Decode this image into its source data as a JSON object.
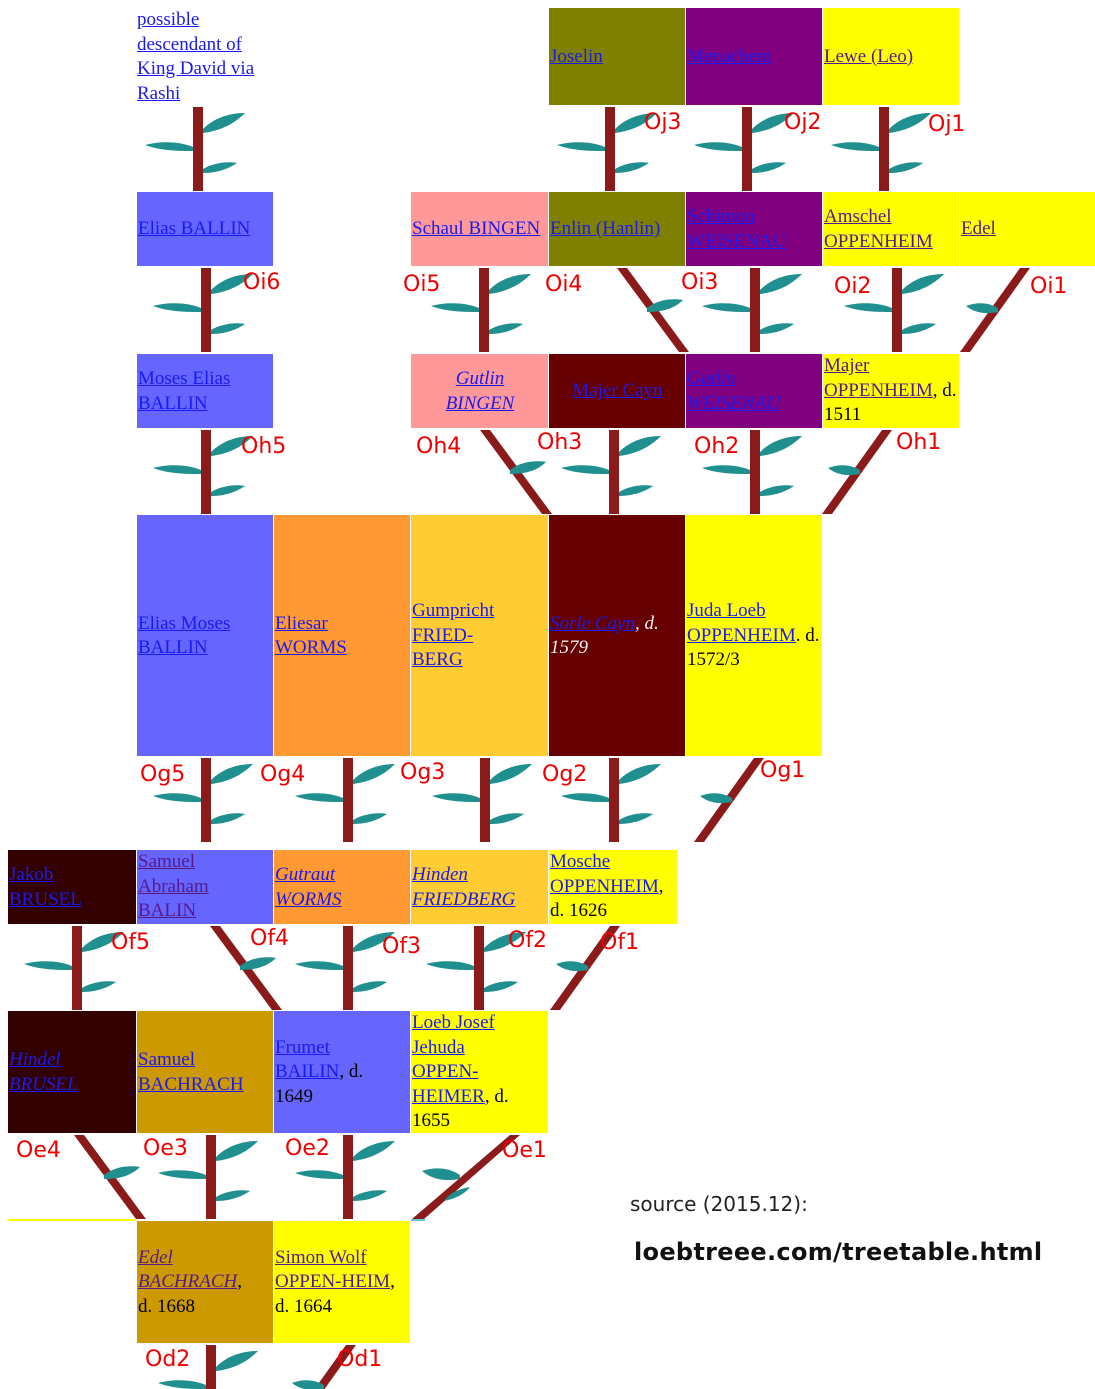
{
  "top_note": "possible descendant of King David via Rashi",
  "colors": {
    "olive": "#808000",
    "purple": "#800080",
    "yellow": "#ffff00",
    "blue": "#6666ff",
    "pink": "#ff9999",
    "maroon": "#660000",
    "orange": "#ff9933",
    "gold": "#ffcc33",
    "darkbrown": "#330000",
    "mustard": "#cc9900",
    "branch": "#8b1a1a",
    "leaf": "#1f8f8f",
    "label": "#ee0000"
  },
  "cells": {
    "joselin": "Joselin",
    "menachem": "Menachem",
    "lewe": "Lewe (Leo)",
    "elias_ballin": "Elias BALLIN",
    "schaul_bingen": "Schaul BINGEN",
    "enlin": "Enlin (Hanlin)",
    "schimon": "Schimon WEISENAU",
    "amschel": "Amschel OPPENHEIM",
    "edel_top": "Edel",
    "moses_elias": "Moses Elias BALLIN",
    "gutlin_bingen": "Gutlin BINGEN",
    "majer_cayn": "Majer Cayn",
    "gutlin_weisenau": "Gutlin WEISENAU",
    "majer_oppenheim": "Majer OPPENHEIM",
    "majer_oppenheim_d": ", d. 1511",
    "elias_moses": "Elias Moses BALLIN",
    "eliesar": "Eliesar WORMS",
    "gumpricht": "Gumpricht FRIED-BERG",
    "sorle": "Sorle Cayn",
    "sorle_d": ", d. 1579",
    "juda_loeb": "Juda Loeb OPPENHEIM",
    "juda_loeb_d": ". d. 1572/3",
    "jakob": "Jakob BRUSEL",
    "samuel_abraham": "Samuel Abraham BALIN",
    "gutraut": "Gutraut WORMS",
    "hinden": "Hinden FRIEDBERG",
    "mosche": "Mosche OPPENHEIM",
    "mosche_d": ", d. 1626",
    "hindel": "Hindel BRUSEL",
    "samuel_bachrach": "Samuel BACHRACH",
    "frumet": "Frumet BAILIN",
    "frumet_d": ", d. 1649",
    "loeb_josef": "Loeb Josef Jehuda OPPEN-HEIMER",
    "loeb_josef_d": ", d. 1655",
    "edel_bachrach": "Edel BACHRACH",
    "edel_bachrach_d": ", d. 1668",
    "simon_wolf": "Simon Wolf OPPEN-HEIM",
    "simon_wolf_d": ", d. 1664"
  },
  "labels": {
    "oj3": "Oj3",
    "oj2": "Oj2",
    "oj1": "Oj1",
    "oi6": "Oi6",
    "oi5": "Oi5",
    "oi4": "Oi4",
    "oi3": "Oi3",
    "oi2": "Oi2",
    "oi1": "Oi1",
    "oh5": "Oh5",
    "oh4": "Oh4",
    "oh3": "Oh3",
    "oh2": "Oh2",
    "oh1": "Oh1",
    "og5": "Og5",
    "og4": "Og4",
    "og3": "Og3",
    "og2": "Og2",
    "og1": "Og1",
    "of5": "Of5",
    "of4": "Of4",
    "of3": "Of3",
    "of2": "Of2",
    "of1": "Of1",
    "oe4": "Oe4",
    "oe3": "Oe3",
    "oe2": "Oe2",
    "oe1": "Oe1",
    "od2": "Od2",
    "od1": "Od1"
  },
  "source": {
    "label": "source (2015.12):",
    "url": "loebtreee.com/treetable.html"
  }
}
